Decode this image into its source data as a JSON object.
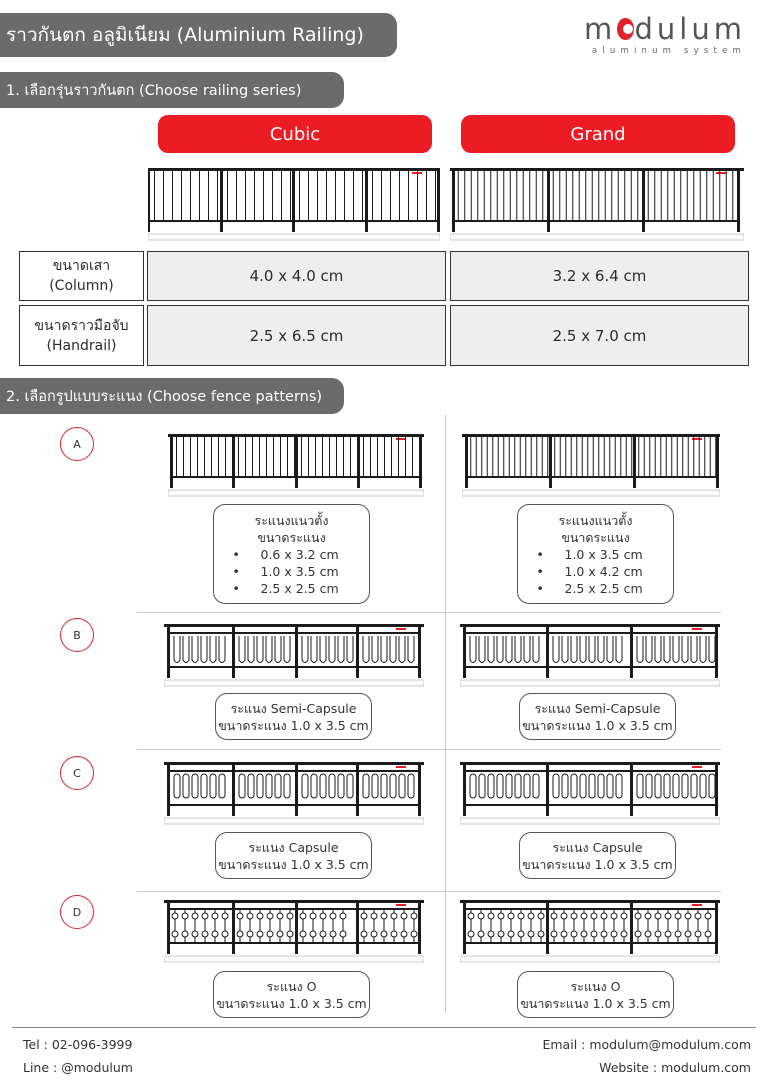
{
  "header": {
    "title": "ราวกันตก อลูมิเนียม (Aluminium Railing)",
    "logo": {
      "pre": "m",
      "post": "dulum",
      "tagline": "aluminum system"
    }
  },
  "section1": {
    "heading": "1. เลือกรุ่นราวกันตก (Choose railing series)",
    "series": [
      "Cubic",
      "Grand"
    ],
    "rows": [
      {
        "label_th": "ขนาดเสา",
        "label_en": "(Column)",
        "values": [
          "4.0 x 4.0 cm",
          "3.2 x 6.4 cm"
        ]
      },
      {
        "label_th": "ขนาดราวมือจับ",
        "label_en": "(Handrail)",
        "values": [
          "2.5 x 6.5 cm",
          "2.5 x 7.0 cm"
        ]
      }
    ]
  },
  "section2": {
    "heading": "2. เลือกรูปแบบระแนง (Choose fence patterns)",
    "patterns": [
      {
        "letter": "A",
        "cubic": {
          "line1": "ระแนงแนวตั้ง",
          "line2": "ขนาดระแนง",
          "bullets": [
            "0.6 x 3.2 cm",
            "1.0 x 3.5 cm",
            "2.5 x 2.5 cm"
          ]
        },
        "grand": {
          "line1": "ระแนงแนวตั้ง",
          "line2": "ขนาดระแนง",
          "bullets": [
            "1.0 x 3.5 cm",
            "1.0 x 4.2 cm",
            "2.5 x 2.5 cm"
          ]
        }
      },
      {
        "letter": "B",
        "cubic": {
          "line1": "ระแนง Semi-Capsule",
          "line2": "ขนาดระแนง 1.0 x 3.5 cm"
        },
        "grand": {
          "line1": "ระแนง Semi-Capsule",
          "line2": "ขนาดระแนง 1.0 x 3.5 cm"
        }
      },
      {
        "letter": "C",
        "cubic": {
          "line1": "ระแนง Capsule",
          "line2": "ขนาดระแนง 1.0 x 3.5 cm"
        },
        "grand": {
          "line1": "ระแนง Capsule",
          "line2": "ขนาดระแนง 1.0 x 3.5 cm"
        }
      },
      {
        "letter": "D",
        "cubic": {
          "line1": "ระแนง O",
          "line2": "ขนาดระแนง 1.0 x 3.5 cm"
        },
        "grand": {
          "line1": "ระแนง O",
          "line2": "ขนาดระแนง 1.0 x 3.5 cm"
        }
      }
    ]
  },
  "footer": {
    "tel": "Tel : 02-096-3999",
    "line": "Line : @modulum",
    "email": "Email : modulum@modulum.com",
    "website": "Website : modulum.com"
  },
  "colors": {
    "accent": "#ed1c24",
    "pill": "#6b6b6b",
    "cell": "#eeeeee"
  },
  "icons": [
    "railing-vertical-cubic",
    "railing-vertical-grand",
    "railing-semi-capsule",
    "railing-capsule",
    "railing-o"
  ]
}
